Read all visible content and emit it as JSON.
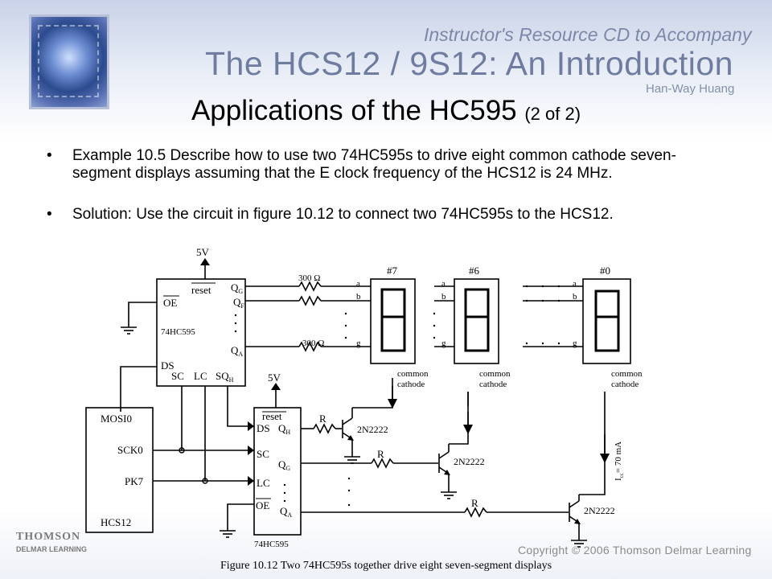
{
  "banner": {
    "subtitle": "Instructor's Resource CD to Accompany",
    "title": "The HCS12 / 9S12: An Introduction",
    "author": "Han-Way Huang"
  },
  "slide": {
    "title": "Applications of the HC595",
    "title_suffix": "(2 of 2)",
    "bullets": [
      "Example 10.5 Describe how to use two 74HC595s to drive eight common cathode seven-segment displays assuming that the E clock frequency of the HCS12 is 24 MHz.",
      "Solution: Use the circuit in figure 10.12 to connect two 74HC595s to the HCS12."
    ],
    "bullet_symbol": "•"
  },
  "diagram": {
    "supply_top": "5V",
    "supply_mid": "5V",
    "hc595_top": {
      "reset": "reset",
      "oe": "OE",
      "part": "74HC595",
      "ds": "DS",
      "sc": "SC",
      "lc": "LC",
      "sqh": "SQ",
      "sqh_sub": "H",
      "qg": "Q",
      "qg_sub": "G",
      "qf": "Q",
      "qf_sub": "F",
      "qa": "Q",
      "qa_sub": "A"
    },
    "hc595_bottom": {
      "reset": "reset",
      "ds": "DS",
      "sc": "SC",
      "lc": "LC",
      "oe": "OE",
      "part": "74HC595",
      "qh": "Q",
      "qh_sub": "H",
      "qg": "Q",
      "qg_sub": "G",
      "qa": "Q",
      "qa_sub": "A"
    },
    "hcs12": {
      "mosi": "MOSI0",
      "sck": "SCK0",
      "pk7": "PK7",
      "name": "HCS12"
    },
    "resistor_top": "300 Ω",
    "resistor_bottom": "300 Ω",
    "resistor_r": "R",
    "transistor": "2N2222",
    "displays": [
      {
        "label": "#7",
        "seg_a": "a",
        "seg_b": "b",
        "seg_g": "g",
        "common": "common",
        "cathode": "cathode"
      },
      {
        "label": "#6",
        "seg_a": "a",
        "seg_b": "b",
        "seg_g": "g",
        "common": "common",
        "cathode": "cathode"
      },
      {
        "label": "#0",
        "seg_a": "a",
        "seg_b": "b",
        "seg_g": "g",
        "common": "common",
        "cathode": "cathode"
      }
    ],
    "current": "I",
    "current_sub": "cc",
    "current_value": "= 70 mA",
    "caption": "Figure 10.12 Two 74HC595s together drive eight seven-segment displays"
  },
  "footer": {
    "publisher_line1": "THOMSON",
    "publisher_line2": "DELMAR LEARNING",
    "copyright": "Copyright © 2006 Thomson Delmar Learning"
  },
  "colors": {
    "banner_text": "#6f7ca0",
    "logo_blue": "#2c4a8e",
    "footer_gray": "#8b8b8b"
  }
}
